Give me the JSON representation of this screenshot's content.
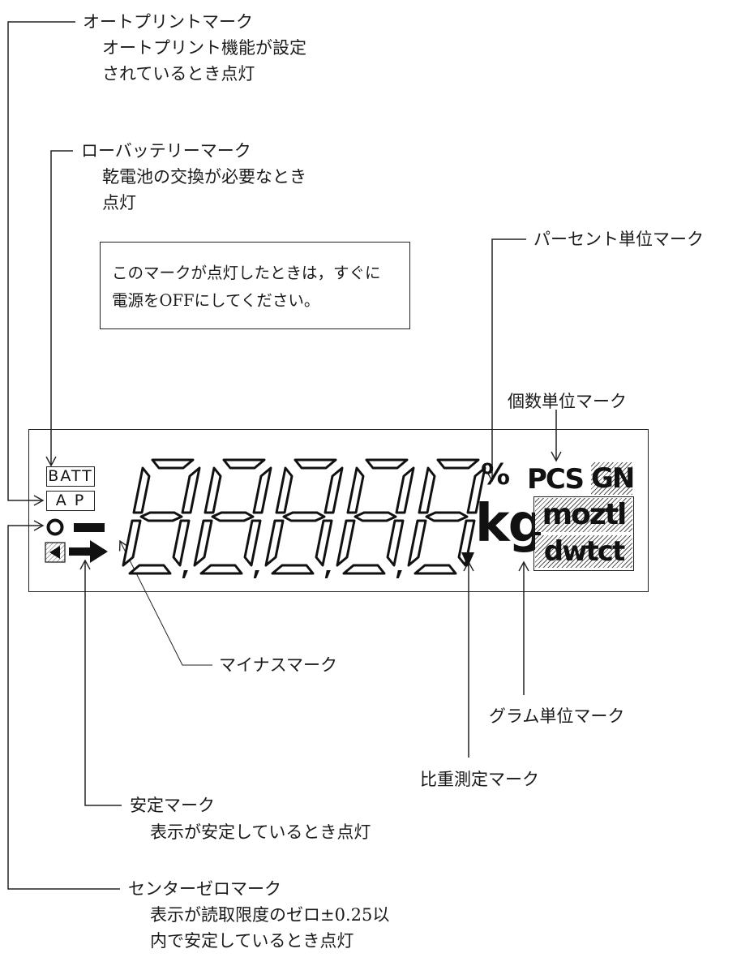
{
  "labels": {
    "autoprint": {
      "title": "オートプリントマーク",
      "line1": "オートプリント機能が設定",
      "line2": "されているとき点灯"
    },
    "low_battery": {
      "title": "ローバッテリーマーク",
      "line1": "乾電池の交換が必要なとき",
      "line2": "点灯"
    },
    "warning": {
      "line1": "このマークが点灯したときは，すぐに",
      "line2": "電源をOFFにしてください。"
    },
    "percent_unit": {
      "title": "パーセント単位マーク"
    },
    "pieces_unit": {
      "title": "個数単位マーク"
    },
    "minus": {
      "title": "マイナスマーク"
    },
    "gram_unit": {
      "title": "グラム単位マーク"
    },
    "specific_gravity": {
      "title": "比重測定マーク"
    },
    "stable": {
      "title": "安定マーク",
      "line1": "表示が安定しているとき点灯"
    },
    "center_zero": {
      "title": "センターゼロマーク",
      "line1": "表示が読取限度のゼロ±0.25以",
      "line2": "内で安定しているとき点灯"
    }
  },
  "display": {
    "batt": "BATT",
    "ap": "A P",
    "digits": [
      "8",
      "8",
      "8",
      "8",
      "8"
    ],
    "percent": "%",
    "kg": "kg",
    "pcs": "PCS",
    "gn": "GN",
    "mozt": "mozt",
    "l": "l",
    "dwt": "dwt",
    "ct": "ct"
  }
}
